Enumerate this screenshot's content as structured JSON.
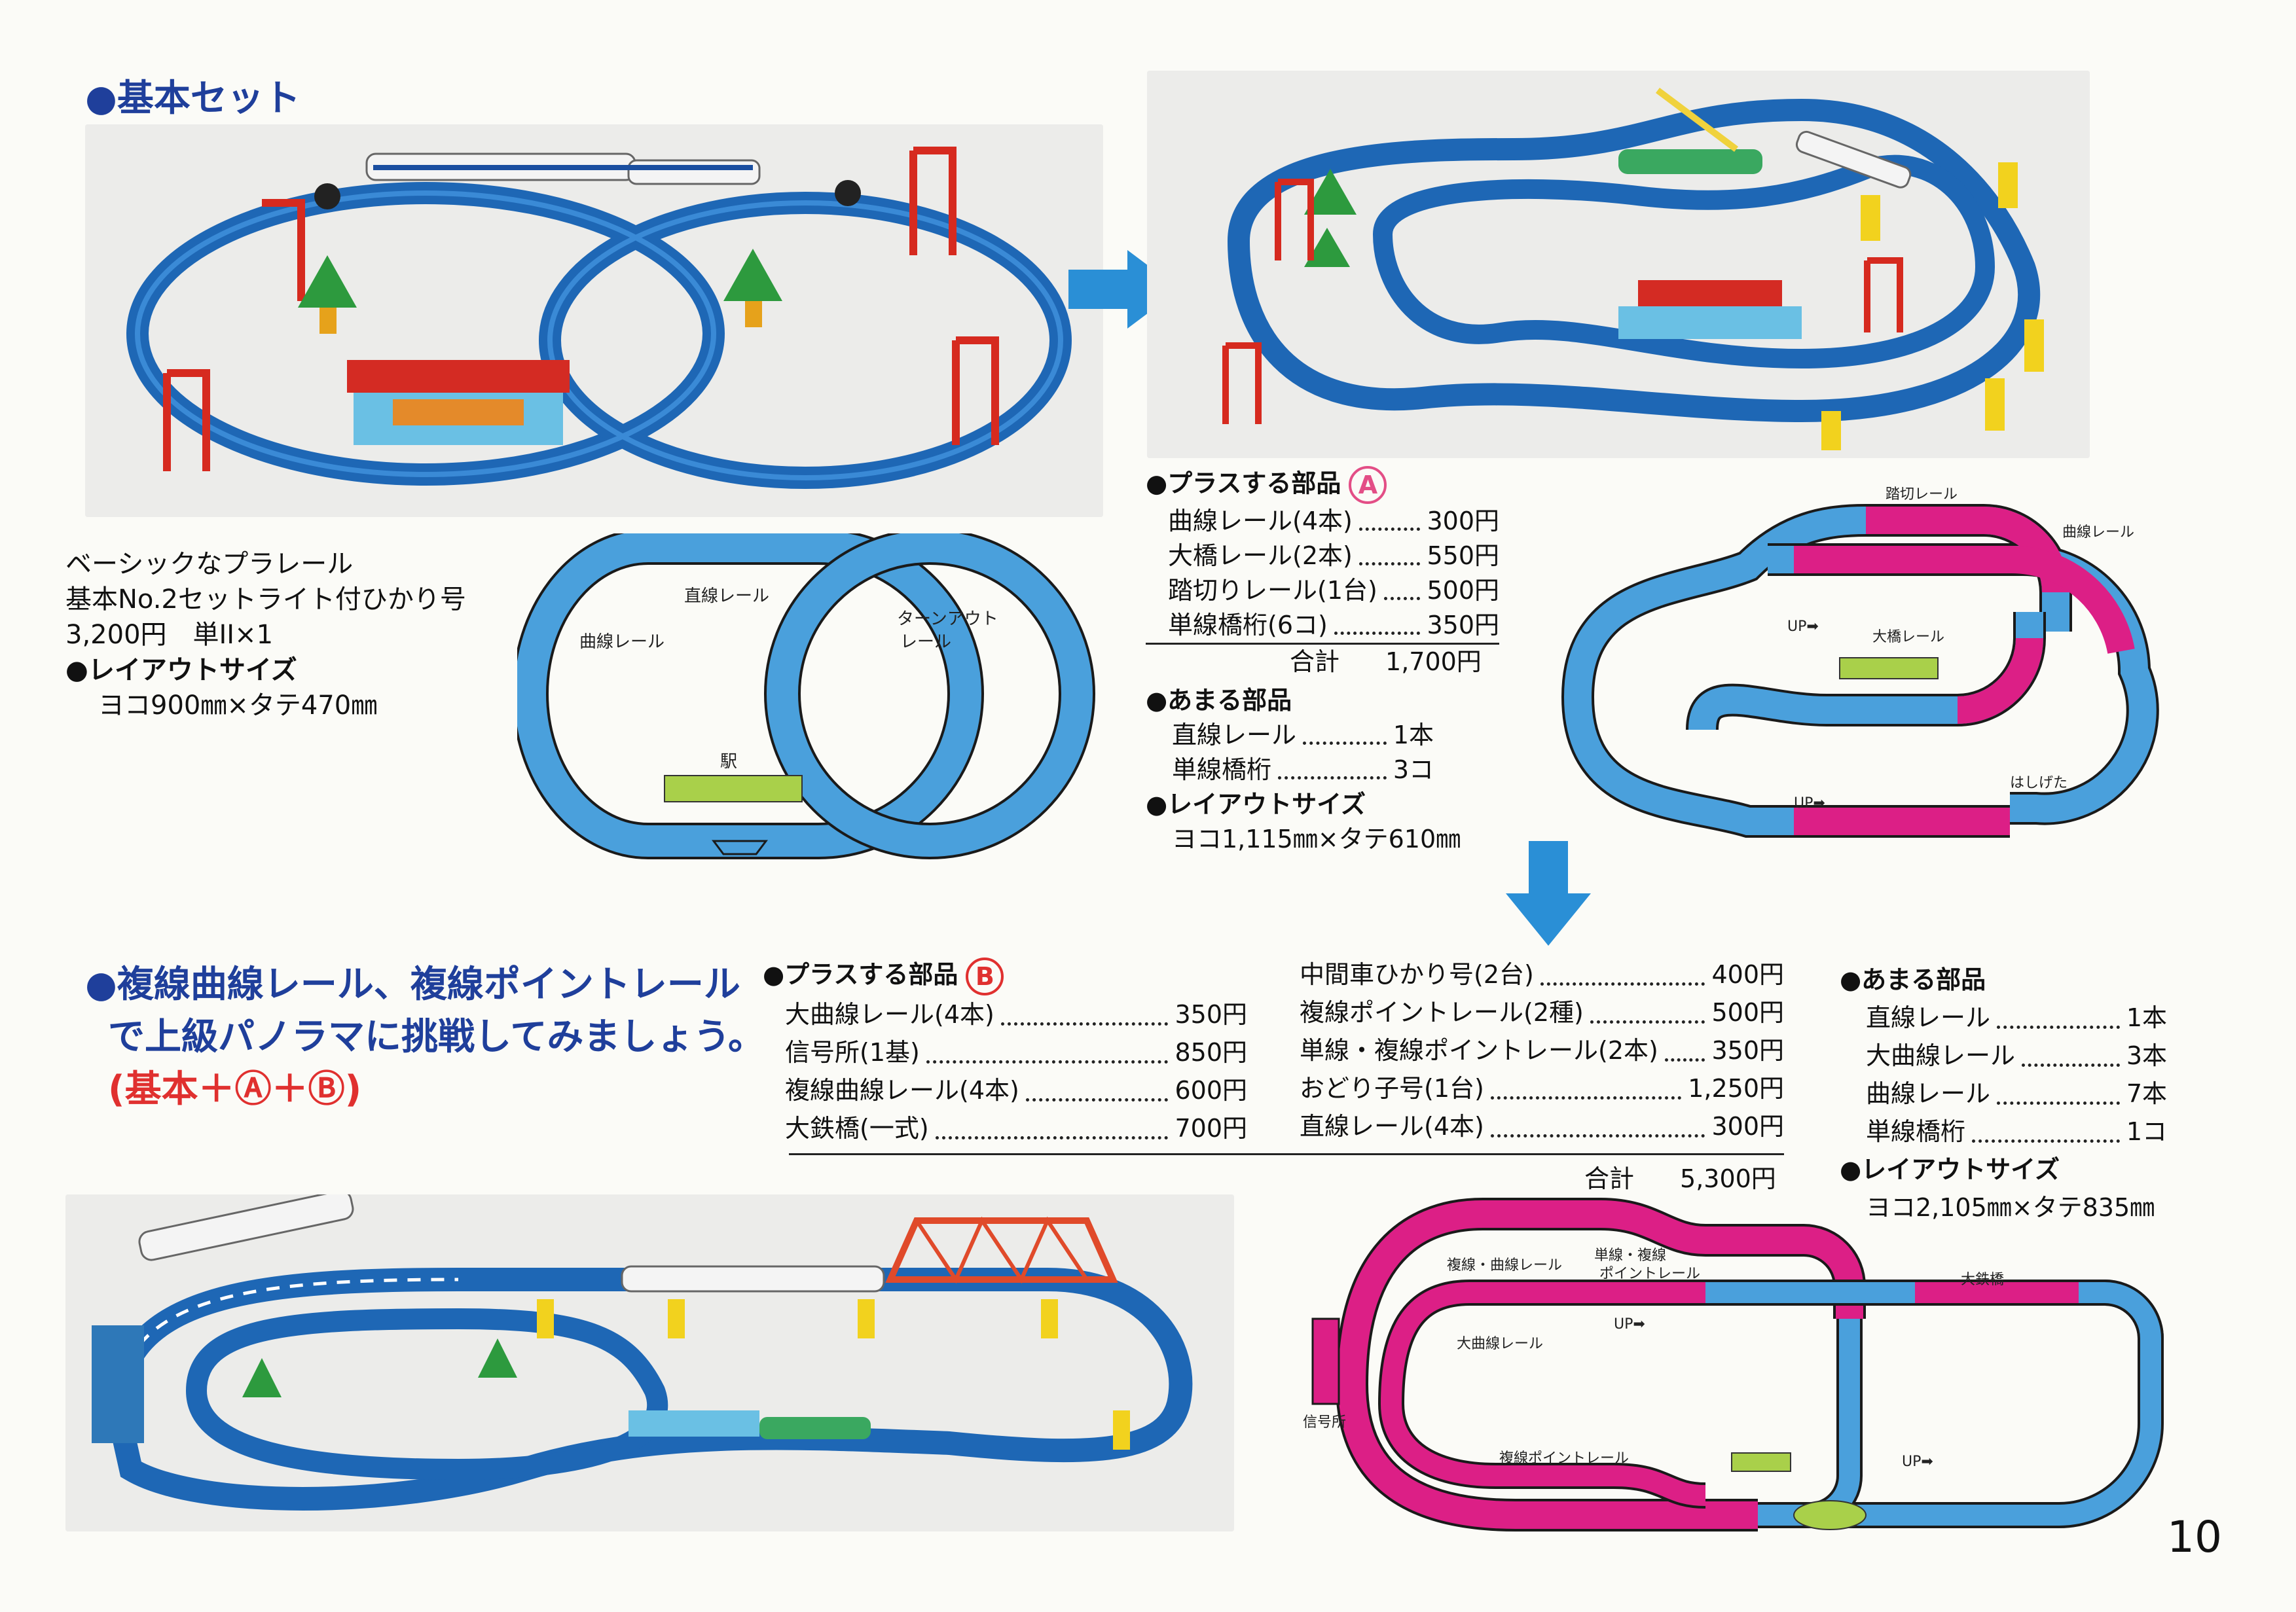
{
  "basic": {
    "title": "●基本セット",
    "desc": [
      "ベーシックなプラレール",
      "基本No.2セットライト付ひかり号",
      "3,200円　単II×1"
    ],
    "layout_heading": "●レイアウトサイズ",
    "layout_size": "ヨコ900㎜×タテ470㎜",
    "diagram_labels": {
      "straight": "直線レール",
      "curve": "曲線レール",
      "turnout": "ターンアウト",
      "turnout2": "レール",
      "station": "駅"
    }
  },
  "plusA": {
    "heading": "●プラスする部品",
    "badge": "A",
    "items": [
      {
        "name": "曲線レール(4本)",
        "price": "300円"
      },
      {
        "name": "大橋レール(2本)",
        "price": "550円"
      },
      {
        "name": "踏切りレール(1台)",
        "price": "500円"
      },
      {
        "name": "単線橋桁(6コ)",
        "price": "350円"
      }
    ],
    "total_label": "合計",
    "total": "1,700円",
    "leftover_heading": "●あまる部品",
    "leftover": [
      {
        "name": "直線レール",
        "qty": "1本"
      },
      {
        "name": "単線橋桁",
        "qty": "3コ"
      }
    ],
    "layout_heading": "●レイアウトサイズ",
    "layout_size": "ヨコ1,115㎜×タテ610㎜",
    "diagram_labels": {
      "crossing": "踏切レール",
      "curve": "曲線レール",
      "up1": "UP➡",
      "bridge": "大橋レール",
      "up2": "UP➡",
      "girder": "はしげた"
    }
  },
  "plusB": {
    "title1": "●複線曲線レール、複線ポイントレール",
    "title2": "で上級パノラマに挑戦してみましょう。",
    "title3": "(基本＋Ⓐ＋Ⓑ)",
    "heading": "●プラスする部品",
    "badge": "B",
    "col1": [
      {
        "name": "大曲線レール(4本)",
        "price": "350円"
      },
      {
        "name": "信号所(1基)",
        "price": "850円"
      },
      {
        "name": "複線曲線レール(4本)",
        "price": "600円"
      },
      {
        "name": "大鉄橋(一式)",
        "price": "700円"
      }
    ],
    "col2": [
      {
        "name": "中間車ひかり号(2台)",
        "price": "400円"
      },
      {
        "name": "複線ポイントレール(2種)",
        "price": "500円"
      },
      {
        "name": "単線・複線ポイントレール(2本)",
        "price": "350円"
      },
      {
        "name": "おどり子号(1台)",
        "price": "1,250円"
      },
      {
        "name": "直線レール(4本)",
        "price": "300円"
      }
    ],
    "total_label": "合計",
    "total": "5,300円",
    "leftover_heading": "●あまる部品",
    "leftover": [
      {
        "name": "直線レール",
        "qty": "1本"
      },
      {
        "name": "大曲線レール",
        "qty": "3本"
      },
      {
        "name": "曲線レール",
        "qty": "7本"
      },
      {
        "name": "単線橋桁",
        "qty": "1コ"
      }
    ],
    "layout_heading": "●レイアウトサイズ",
    "layout_size": "ヨコ2,105㎜×タテ835㎜",
    "diagram_labels": {
      "dbl_curve": "複線・曲線レール",
      "single_dbl": "単線・複線",
      "point": "ポイントレール",
      "big_curve": "大曲線レール",
      "up1": "UP➡",
      "signal": "信号所",
      "dbl_point": "複線ポイントレール",
      "up2": "UP➡",
      "big_bridge": "大鉄橋"
    }
  },
  "page_number": "10",
  "colors": {
    "track_blue": "#4aa0dc",
    "track_pink": "#dc1f86",
    "station_green": "#a9d04a",
    "arrow_blue": "#2a8fd6",
    "title_blue": "#1f3f9b"
  }
}
